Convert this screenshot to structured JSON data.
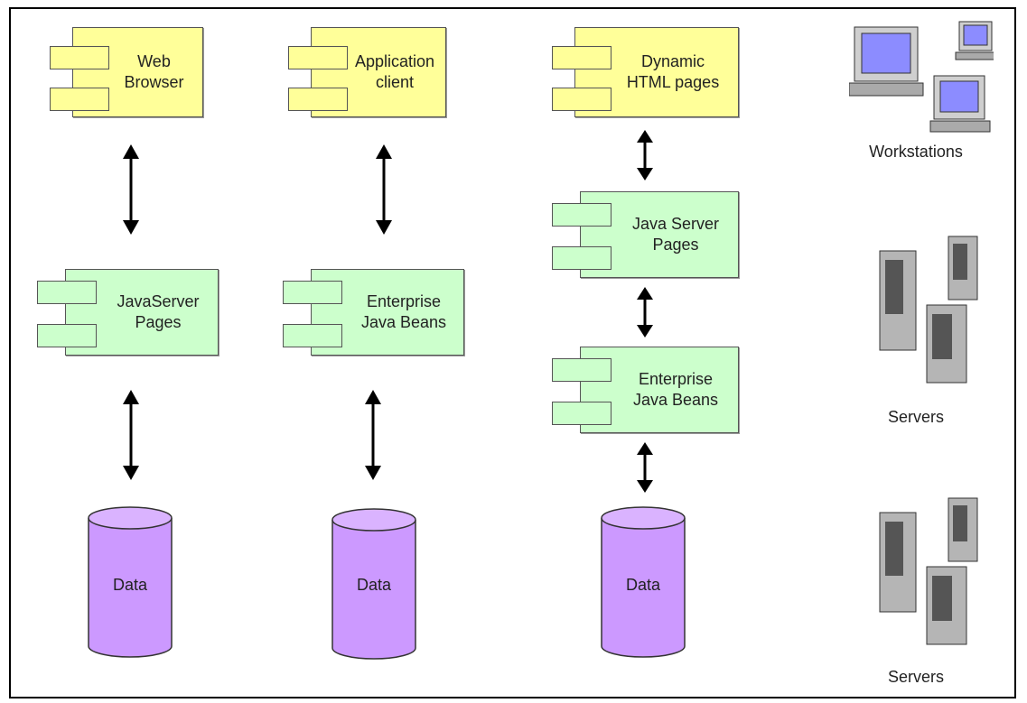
{
  "columns": [
    {
      "top": "Web\nBrowser",
      "middle": "JavaServer\nPages",
      "db": "Data"
    },
    {
      "top": "Application\nclient",
      "middle": "Enterprise\nJava Beans",
      "db": "Data"
    },
    {
      "top": "Dynamic\nHTML pages",
      "middle": "Java Server\nPages",
      "middle2": "Enterprise\nJava Beans",
      "db": "Data"
    }
  ],
  "devices": {
    "workstations": "Workstations",
    "servers_1": "Servers",
    "servers_2": "Servers"
  },
  "colors": {
    "client_component": "#ffff99",
    "server_component": "#ccffcc",
    "database": "#cc99ff"
  },
  "icons": [
    "workstation-icon",
    "server-icon"
  ]
}
